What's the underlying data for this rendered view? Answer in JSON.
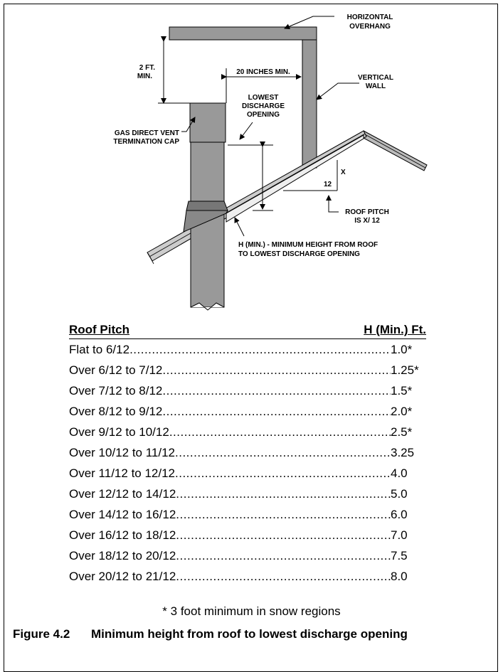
{
  "diagram": {
    "labels": {
      "horizontal_overhang_1": "HORIZONTAL",
      "horizontal_overhang_2": "OVERHANG",
      "two_ft_1": "2 FT.",
      "two_ft_2": "MIN.",
      "twenty_inches": "20 INCHES MIN.",
      "vertical_wall_1": "VERTICAL",
      "vertical_wall_2": "WALL",
      "lowest_discharge_1": "LOWEST",
      "lowest_discharge_2": "DISCHARGE",
      "lowest_discharge_3": "OPENING",
      "gas_cap_1": "GAS DIRECT VENT",
      "gas_cap_2": "TERMINATION CAP",
      "x_label": "X",
      "twelve_label": "12",
      "roof_pitch_1": "ROOF PITCH",
      "roof_pitch_2": "IS  X/ 12",
      "h_min_1": "H (MIN.) - MINIMUM HEIGHT FROM ROOF",
      "h_min_2": "TO LOWEST DISCHARGE OPENING"
    }
  },
  "table": {
    "header_pitch": "Roof Pitch",
    "header_height": "H (Min.) Ft.",
    "rows": [
      {
        "pitch": "Flat to 6/12",
        "height": "1.0*"
      },
      {
        "pitch": "Over 6/12 to 7/12",
        "height": "1.25*"
      },
      {
        "pitch": "Over 7/12 to 8/12",
        "height": "1.5*"
      },
      {
        "pitch": "Over 8/12 to 9/12",
        "height": "2.0*"
      },
      {
        "pitch": "Over 9/12 to 10/12",
        "height": "2.5*"
      },
      {
        "pitch": "Over 10/12 to 11/12",
        "height": "3.25"
      },
      {
        "pitch": "Over 11/12 to 12/12",
        "height": "4.0"
      },
      {
        "pitch": "Over 12/12 to 14/12",
        "height": "5.0"
      },
      {
        "pitch": "Over 14/12 to 16/12",
        "height": "6.0"
      },
      {
        "pitch": "Over 16/12 to 18/12",
        "height": "7.0"
      },
      {
        "pitch": "Over 18/12 to 20/12",
        "height": "7.5"
      },
      {
        "pitch": "Over 20/12 to 21/12",
        "height": "8.0"
      }
    ]
  },
  "note": "* 3 foot minimum in snow regions",
  "caption": {
    "figure": "Figure 4.2",
    "text": "Minimum height from roof to lowest discharge opening"
  }
}
